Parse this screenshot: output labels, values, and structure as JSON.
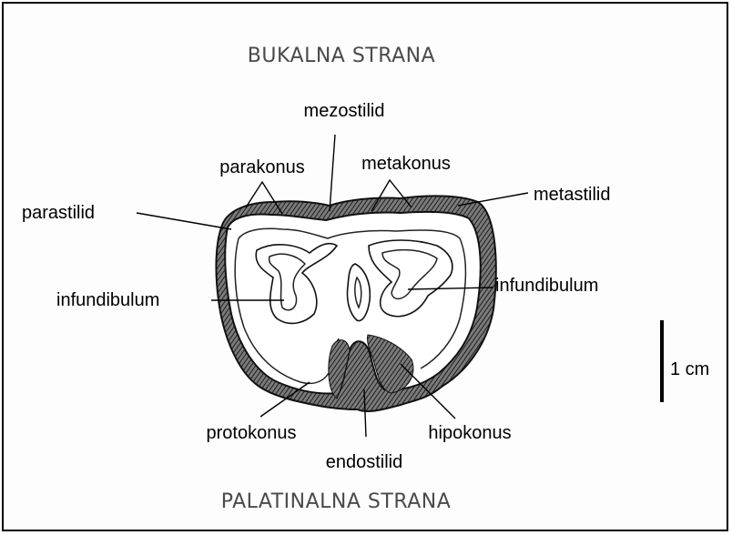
{
  "orientation": {
    "top_side": "BUKALNA STRANA",
    "bottom_side": "PALATINALNA STRANA"
  },
  "labels": {
    "mezostilid": "mezostilid",
    "parakonus": "parakonus",
    "metakonus": "metakonus",
    "parastilid": "parastilid",
    "metastilid": "metastilid",
    "infundibulum_left": "infundibulum",
    "infundibulum_right": "infundibulum",
    "protokonus": "protokonus",
    "hipokonus": "hipokonus",
    "endostilid": "endostilid"
  },
  "scale_bar": {
    "label": "1 cm"
  },
  "colors": {
    "ink": "#000000",
    "side_text": "#4a4a4a",
    "shading": "#3a3a3a"
  }
}
